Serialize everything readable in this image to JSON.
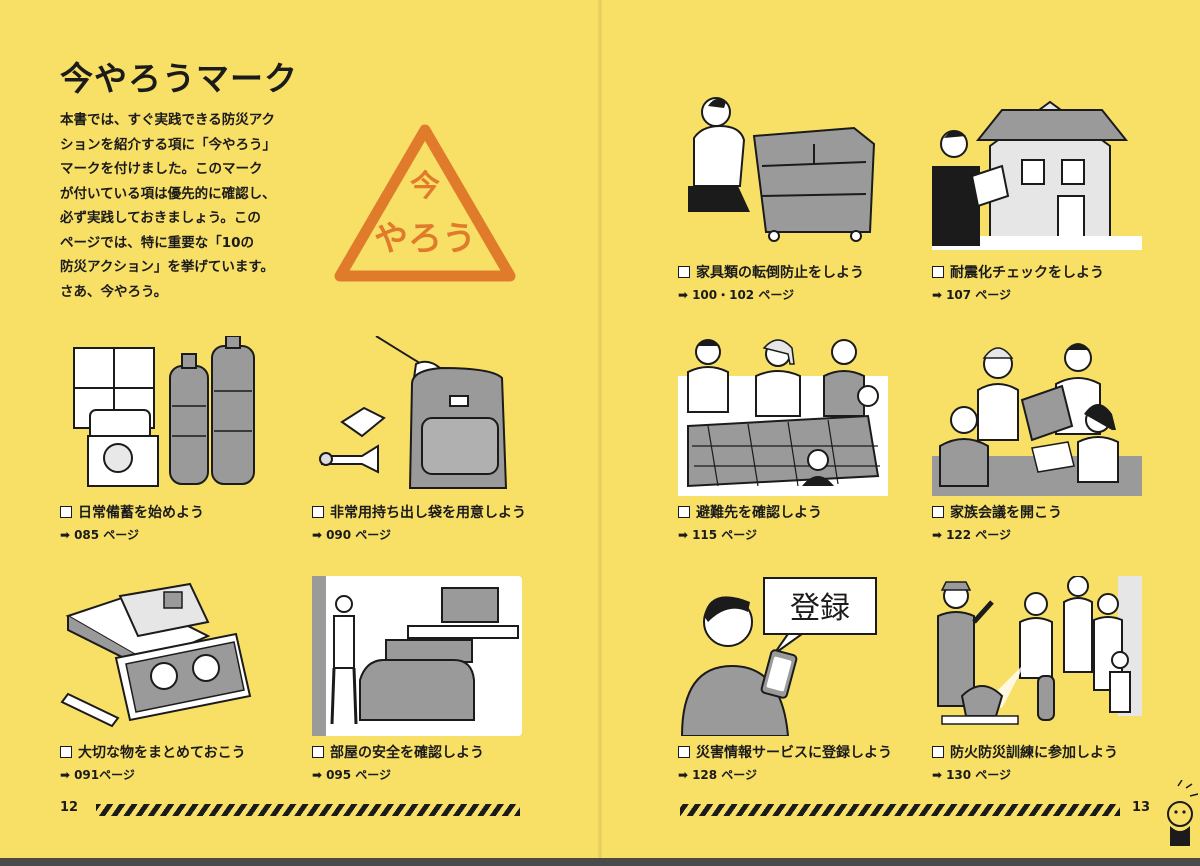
{
  "page_title": "今やろうマーク",
  "intro_lines": [
    "本書では、すぐ実践できる防災アク",
    "ションを紹介する項に「今やろう」",
    "マークを付けました。このマーク",
    "が付いている項は優先的に確認し、",
    "必ず実践しておきましょう。この",
    "ページでは、特に重要な「10の",
    "防災アクション」を挙げています。",
    "さあ、今やろう。"
  ],
  "badge": {
    "line1": "今",
    "line2": "やろう"
  },
  "actions": [
    {
      "title": "日常備蓄を始めよう",
      "page": "085 ページ"
    },
    {
      "title": "非常用持ち出し袋を用意しよう",
      "page": "090 ページ"
    },
    {
      "title": "大切な物をまとめておこう",
      "page": "091ページ"
    },
    {
      "title": "部屋の安全を確認しよう",
      "page": "095 ページ"
    },
    {
      "title": "家具類の転倒防止をしよう",
      "page": "100・102 ページ"
    },
    {
      "title": "耐震化チェックをしよう",
      "page": "107 ページ"
    },
    {
      "title": "避難先を確認しよう",
      "page": "115 ページ"
    },
    {
      "title": "家族会議を開こう",
      "page": "122 ページ"
    },
    {
      "title": "災害情報サービスに登録しよう",
      "page": "128 ページ"
    },
    {
      "title": "防火防災訓練に参加しよう",
      "page": "130 ページ"
    }
  ],
  "sign_text": "登録",
  "page_numbers": {
    "left": "12",
    "right": "13"
  },
  "colors": {
    "background": "#f8e067",
    "badge": "#e07b2c",
    "ink": "#1b1b1b",
    "grey": "#9a9a9a"
  }
}
